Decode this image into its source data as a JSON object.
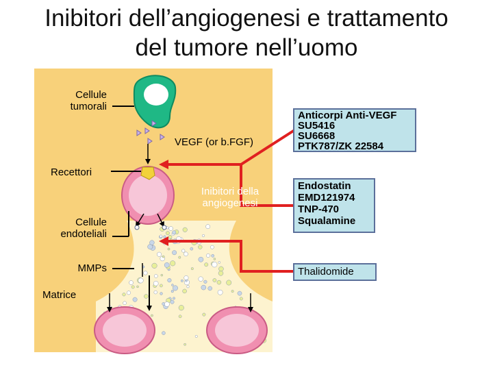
{
  "title": {
    "line1": "Inibitori dell’angiogenesi e trattamento",
    "line2": "del tumore nell’uomo"
  },
  "labels": {
    "tumor_cells": [
      "Cellule",
      "tumorali"
    ],
    "vegf": "VEGF (or b.FGF)",
    "receptors": "Recettori",
    "inhibitors": [
      "Inibitori della",
      "angiogenesi"
    ],
    "endothelial_cells": [
      "Cellule",
      "endoteliali"
    ],
    "mmps": "MMPs",
    "matrix": "Matrice"
  },
  "boxes": {
    "anti_vegf": [
      "Anticorpi Anti-VEGF",
      "SU5416",
      "SU6668",
      "PTK787/ZK 22584"
    ],
    "endostatin": [
      "Endostatin",
      "EMD121974",
      "TNP-470",
      "Squalamine"
    ],
    "thalidomide": [
      "Thalidomide"
    ]
  },
  "colors": {
    "panel": "#f8d17a",
    "tumor_cell_fill": "#1fb885",
    "endothelial_cell_fill": "#f08fb0",
    "receptor": "#f2d23b",
    "arrow_red": "#e02020",
    "box_fill": "#bfe3ea",
    "box_border": "#5b6f9a"
  }
}
